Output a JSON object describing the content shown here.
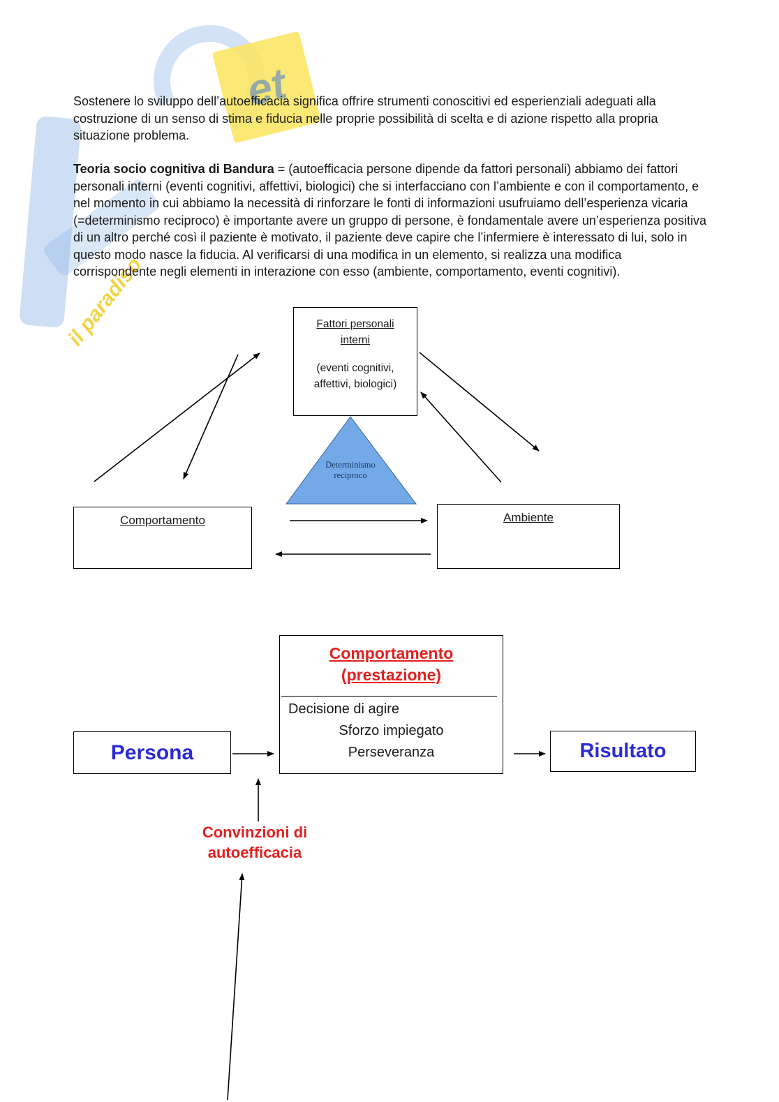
{
  "colors": {
    "accent_red": "#e32020",
    "accent_blue": "#2b2bd5",
    "triangle_fill": "#74a9e8",
    "watermark_yellow": "#fce45c",
    "watermark_blue": "#85b0e5"
  },
  "watermark": {
    "note_text": "et",
    "script_text": "il paradiso"
  },
  "intro": {
    "paragraph": "Sostenere lo sviluppo dell’autoefficacia significa offrire strumenti conoscitivi ed esperienziali adeguati alla costruzione di un senso di stima e fiducia nelle proprie possibilità di scelta e di azione rispetto alla propria situazione problema."
  },
  "bandura": {
    "heading": "Teoria socio cognitiva di Bandura",
    "body": " = (autoefficacia persone dipende da fattori personali) abbiamo dei fattori personali interni (eventi cognitivi, affettivi, biologici) che si interfacciano con l’ambiente e con il comportamento, e nel momento in cui abbiamo la necessità di rinforzare le fonti di informazioni usufruiamo dell’esperienza vicaria (=determinismo reciproco) è importante avere un gruppo di persone, è fondamentale avere un’esperienza positiva di un altro perché così il paziente è motivato, il paziente deve capire che l’infermiere è interessato di lui, solo in questo modo nasce la fiducia. Al verificarsi di una modifica in un elemento, si realizza una modifica corrispondente negli elementi in interazione con esso (ambiente, comportamento, eventi cognitivi)."
  },
  "diagram1": {
    "top_box": {
      "title_line1": "Fattori personali",
      "title_line2": "interni",
      "sub_line1": "(eventi cognitivi,",
      "sub_line2": "affettivi, biologici)"
    },
    "triangle": {
      "label_line1": "Determinismo",
      "label_line2": "reciproco"
    },
    "left_box_label": "Comportamento",
    "right_box_label": "Ambiente"
  },
  "diagram2": {
    "center_box": {
      "title_line1": "Comportamento",
      "title_line2": "(prestazione)",
      "items": [
        "Decisione di agire",
        "Sforzo impiegato",
        "Perseveranza"
      ]
    },
    "left_box_label": "Persona",
    "right_box_label": "Risultato",
    "red_label_line1": "Convinzioni di",
    "red_label_line2": "autoefficacia"
  }
}
